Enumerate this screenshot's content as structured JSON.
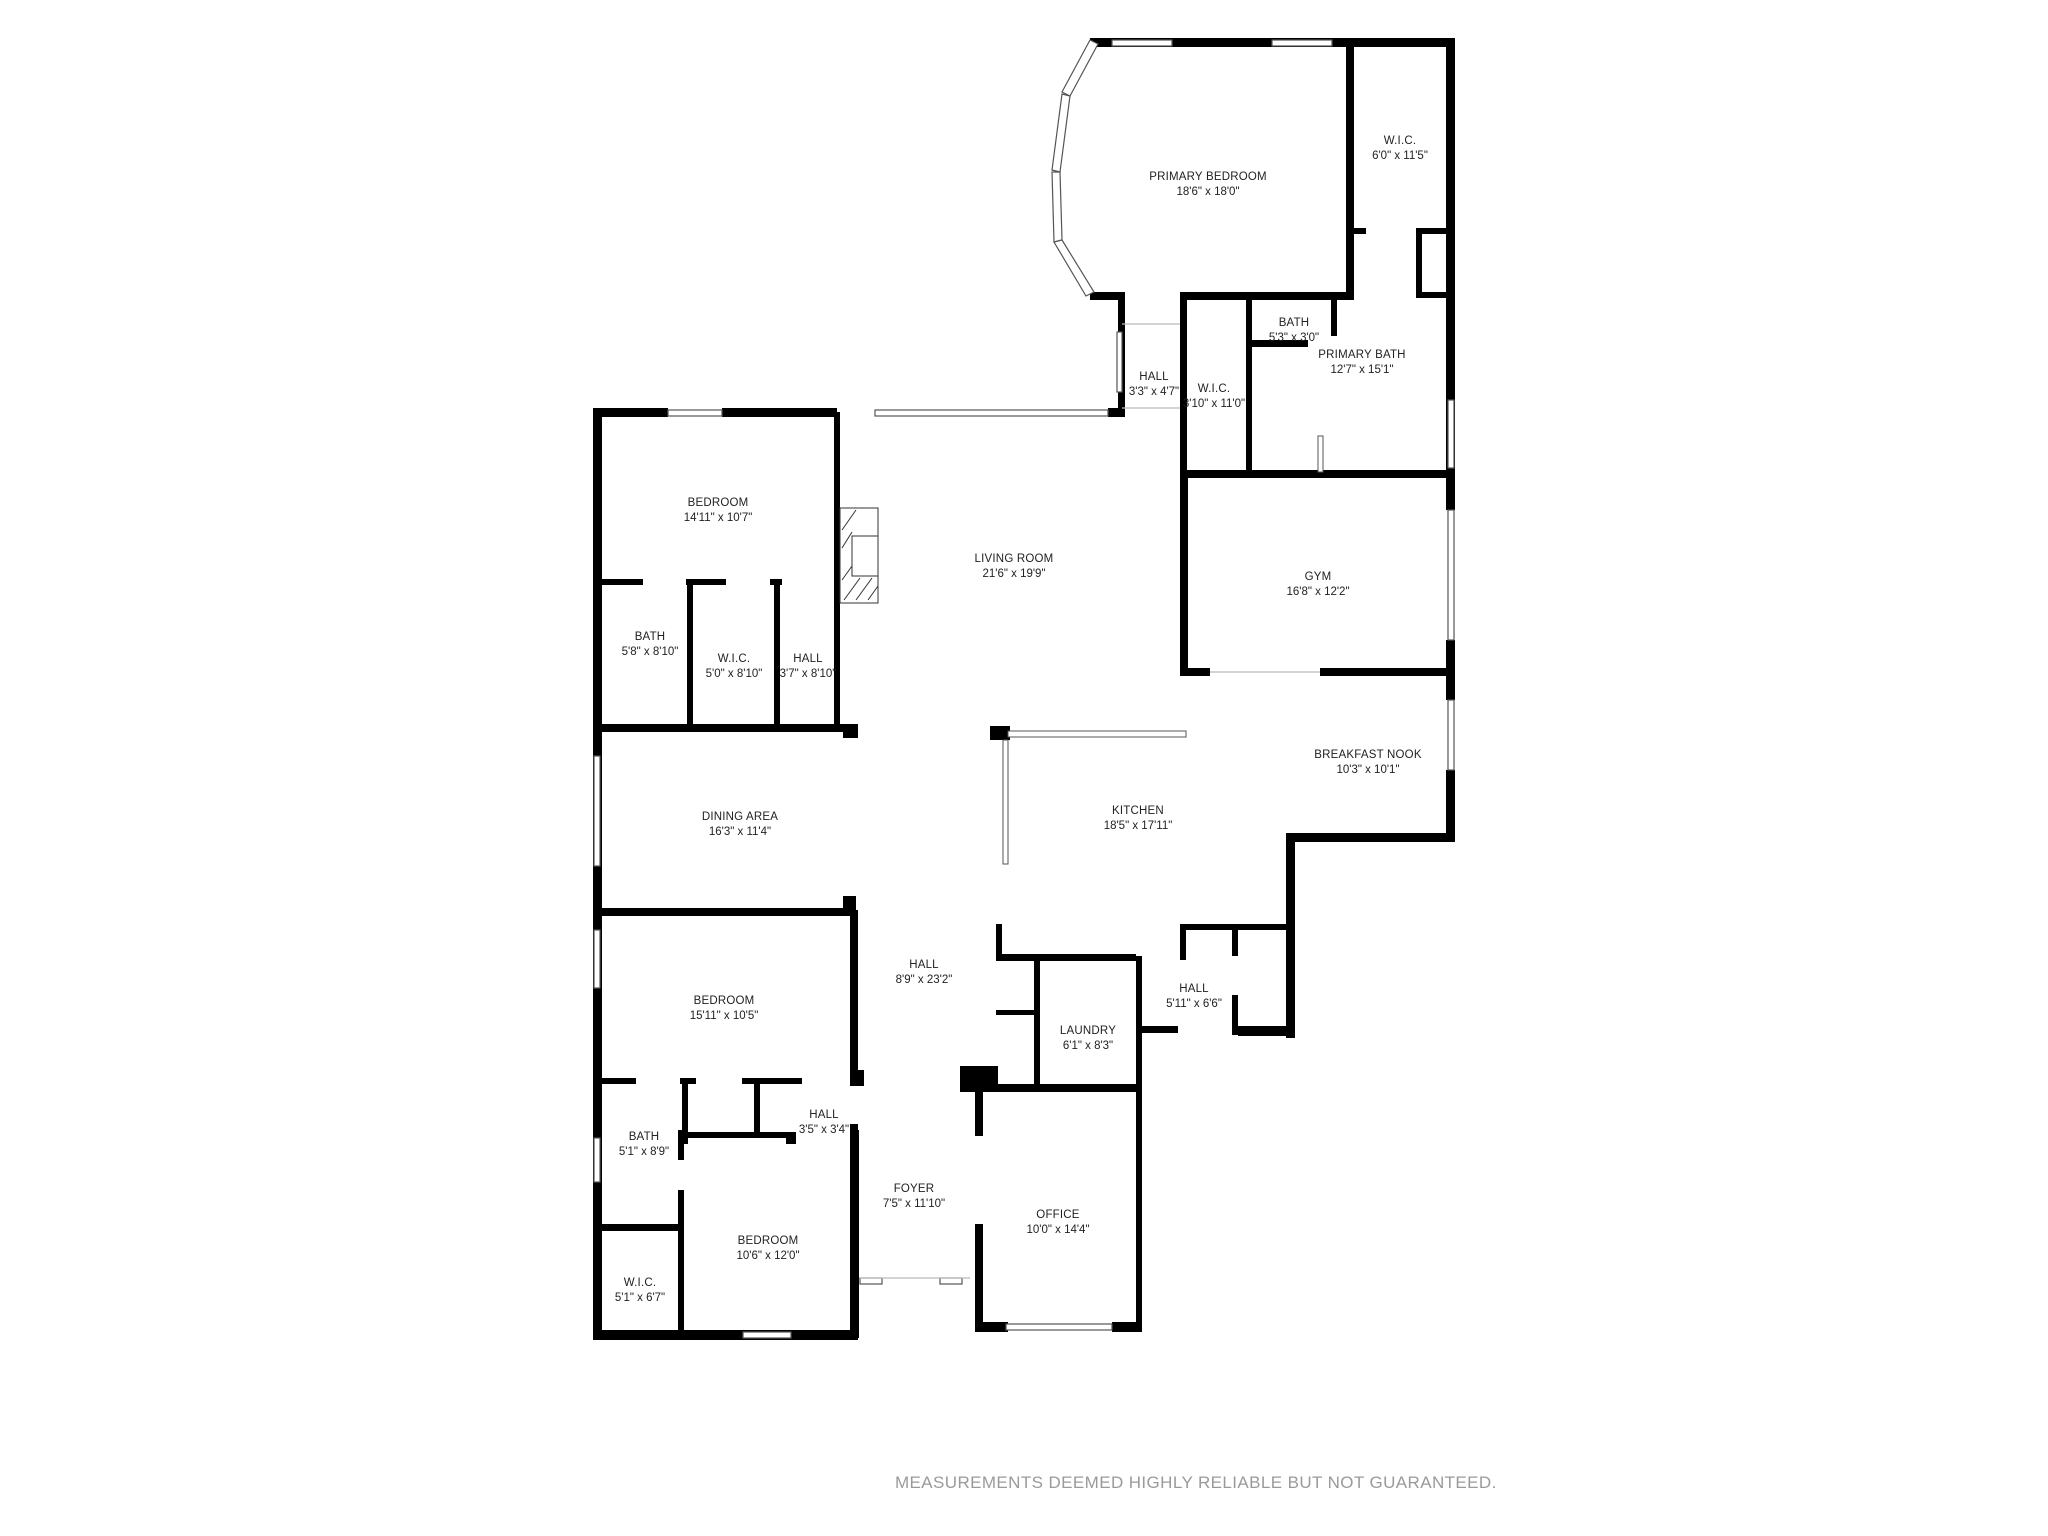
{
  "floorplan": {
    "rooms": [
      {
        "id": "primary-bedroom",
        "name": "PRIMARY BEDROOM",
        "dims": "18'6\" x 18'0\""
      },
      {
        "id": "primary-wic",
        "name": "W.I.C.",
        "dims": "6'0\" x 11'5\""
      },
      {
        "id": "primary-bath-small",
        "name": "BATH",
        "dims": "5'3\" x 3'0\""
      },
      {
        "id": "primary-bath",
        "name": "PRIMARY BATH",
        "dims": "12'7\" x 15'1\""
      },
      {
        "id": "hall-primary",
        "name": "HALL",
        "dims": "3'3\" x 4'7\""
      },
      {
        "id": "wic-primary-2",
        "name": "W.I.C.",
        "dims": "3'10\" x 11'0\""
      },
      {
        "id": "bedroom-1",
        "name": "BEDROOM",
        "dims": "14'11\" x 10'7\""
      },
      {
        "id": "living-room",
        "name": "LIVING ROOM",
        "dims": "21'6\" x 19'9\""
      },
      {
        "id": "gym",
        "name": "GYM",
        "dims": "16'8\" x 12'2\""
      },
      {
        "id": "bath-1",
        "name": "BATH",
        "dims": "5'8\" x 8'10\""
      },
      {
        "id": "wic-1",
        "name": "W.I.C.",
        "dims": "5'0\" x 8'10\""
      },
      {
        "id": "hall-1",
        "name": "HALL",
        "dims": "3'7\" x 8'10\""
      },
      {
        "id": "breakfast-nook",
        "name": "BREAKFAST NOOK",
        "dims": "10'3\" x 10'1\""
      },
      {
        "id": "dining-area",
        "name": "DINING AREA",
        "dims": "16'3\" x 11'4\""
      },
      {
        "id": "kitchen",
        "name": "KITCHEN",
        "dims": "18'5\" x 17'11\""
      },
      {
        "id": "hall-main",
        "name": "HALL",
        "dims": "8'9\" x 23'2\""
      },
      {
        "id": "hall-east",
        "name": "HALL",
        "dims": "5'11\" x 6'6\""
      },
      {
        "id": "bedroom-2",
        "name": "BEDROOM",
        "dims": "15'11\" x 10'5\""
      },
      {
        "id": "laundry",
        "name": "LAUNDRY",
        "dims": "6'1\" x 8'3\""
      },
      {
        "id": "hall-2",
        "name": "HALL",
        "dims": "3'5\" x 3'4\""
      },
      {
        "id": "bath-2",
        "name": "BATH",
        "dims": "5'1\" x 8'9\""
      },
      {
        "id": "foyer",
        "name": "FOYER",
        "dims": "7'5\" x 11'10\""
      },
      {
        "id": "office",
        "name": "OFFICE",
        "dims": "10'0\" x 14'4\""
      },
      {
        "id": "bedroom-3",
        "name": "BEDROOM",
        "dims": "10'6\" x 12'0\""
      },
      {
        "id": "wic-2",
        "name": "W.I.C.",
        "dims": "5'1\" x 6'7\""
      }
    ],
    "disclaimer": "MEASUREMENTS DEEMED HIGHLY RELIABLE BUT NOT GUARANTEED."
  }
}
